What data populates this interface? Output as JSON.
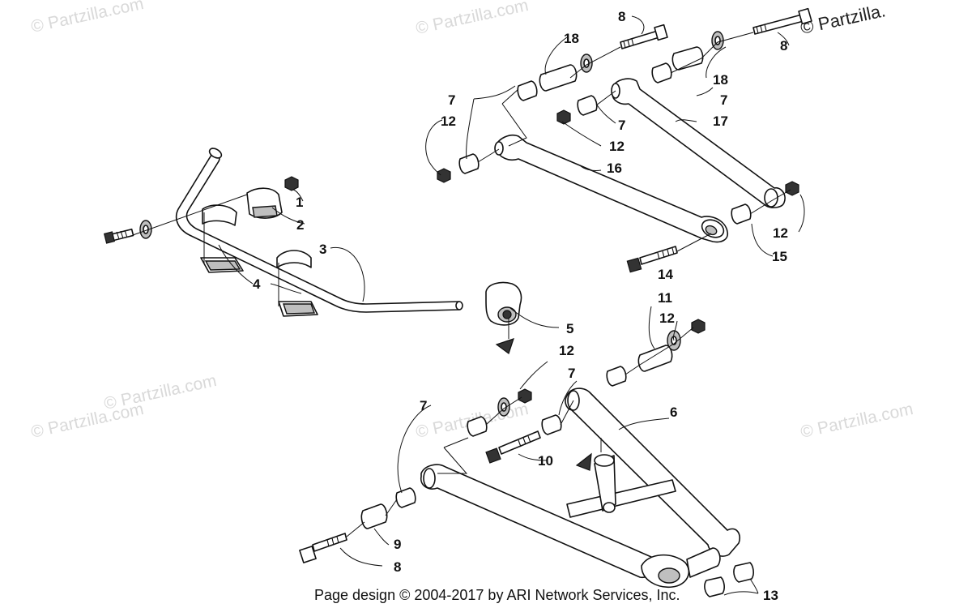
{
  "watermarks": [
    "© Partzilla.com",
    "© Partzilla.com",
    "© Partzilla.com",
    "© Partzilla.com",
    "© Partzilla.com",
    "© Partzilla.com"
  ],
  "copyright_corner": "© Partzilla.",
  "footer": "Page design © 2004-2017 by ARI Network Services, Inc.",
  "callouts": {
    "c1": "1",
    "c2": "2",
    "c3": "3",
    "c4": "4",
    "c5": "5",
    "c6": "6",
    "c7a": "7",
    "c7b": "7",
    "c7c": "7",
    "c7d": "7",
    "c7e": "7",
    "c8a": "8",
    "c8b": "8",
    "c8c": "8",
    "c9": "9",
    "c10": "10",
    "c11": "11",
    "c12a": "12",
    "c12b": "12",
    "c12c": "12",
    "c12d": "12",
    "c12e": "12",
    "c13": "13",
    "c14": "14",
    "c15": "15",
    "c16": "16",
    "c17": "17",
    "c18a": "18",
    "c18b": "18"
  }
}
